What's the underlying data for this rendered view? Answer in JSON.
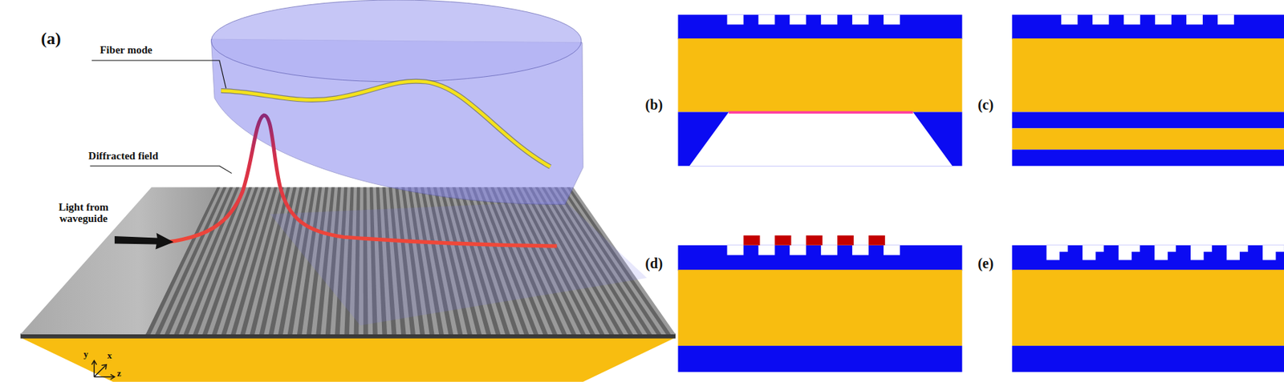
{
  "diagram": {
    "labels": [
      "(a)",
      "Fiber mode",
      "Diffracted field",
      "Light from waveguide",
      "y",
      "x",
      "z",
      "(b)",
      "(c)",
      "(d)",
      "(e)"
    ]
  }
}
